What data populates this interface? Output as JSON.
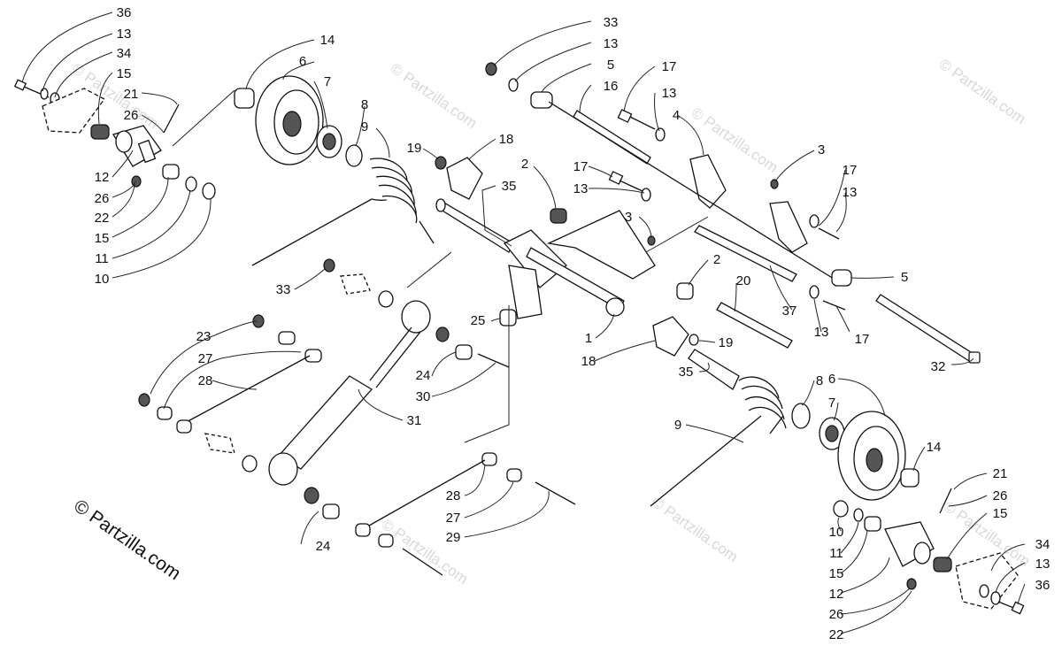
{
  "watermarks": [
    "© Partzilla.com",
    "© Partzilla.com",
    "© Partzilla.com",
    "© Partzilla.com",
    "© Partzilla.com",
    "© Partzilla.com",
    "© Partzilla.com"
  ],
  "credit": "© Partzilla.com",
  "callouts": {
    "tl36": "36",
    "tl13": "13",
    "tl34": "34",
    "tl15": "15",
    "tl21": "21",
    "tl26": "26",
    "tl12": "12",
    "tl26b": "26",
    "tl22": "22",
    "tl15b": "15",
    "tl11": "11",
    "tl10": "10",
    "t14": "14",
    "t6": "6",
    "t7": "7",
    "t8": "8",
    "t9": "9",
    "t19": "19",
    "t18": "18",
    "t2": "2",
    "t35": "35",
    "tr33": "33",
    "tr13": "13",
    "tr5": "5",
    "tr16": "16",
    "tr17": "17",
    "tr13b": "13",
    "tr4": "4",
    "tr3": "3",
    "tr17b": "17",
    "tr13c": "13",
    "tr3b": "3",
    "tr17c": "17",
    "tr13d": "13",
    "tr2": "2",
    "tr20": "20",
    "tr5b": "5",
    "tr37": "37",
    "tr13e": "13",
    "tr17d": "17",
    "tr32": "32",
    "m33": "33",
    "m25": "25",
    "m1": "1",
    "m19": "19",
    "m18": "18",
    "m24": "24",
    "m30": "30",
    "m31": "31",
    "m23": "23",
    "m27": "27",
    "m28": "28",
    "b35": "35",
    "b8": "8",
    "b6": "6",
    "b7": "7",
    "b9": "9",
    "b14": "14",
    "b28": "28",
    "b27": "27",
    "b29": "29",
    "b24": "24",
    "br21": "21",
    "br26": "26",
    "br15": "15",
    "br10": "10",
    "br11": "11",
    "br15b": "15",
    "br12": "12",
    "br26b": "26",
    "br22": "22",
    "br34": "34",
    "br13": "13",
    "br36": "36"
  },
  "icons": {
    "idler_wheel": "idler-wheel-icon",
    "torsion_spring": "torsion-spring-icon",
    "shock_absorber": "shock-absorber-icon",
    "axle": "axle-icon",
    "bolt": "bolt-icon",
    "nut": "nut-icon",
    "washer": "washer-icon"
  }
}
